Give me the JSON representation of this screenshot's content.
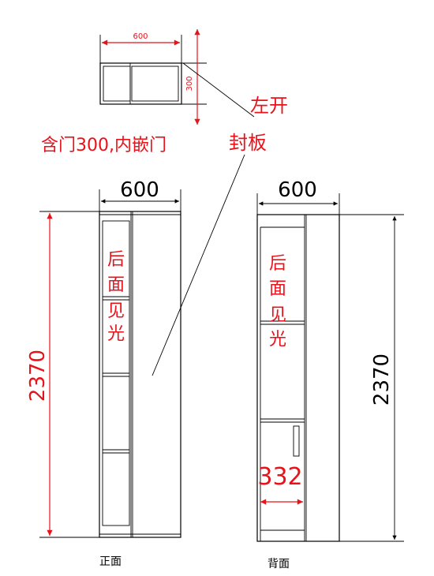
{
  "plan_view": {
    "width_label": "600",
    "depth_label": "300"
  },
  "notes": {
    "door_note": "含门300,内嵌门",
    "left_open": "左开",
    "seal_board": "封板"
  },
  "front_view": {
    "width_label": "600",
    "height_label": "2370",
    "light_text": [
      "后",
      "面",
      "见",
      "光"
    ],
    "caption": "正面"
  },
  "back_view": {
    "width_label": "600",
    "height_label": "2370",
    "light_text": [
      "后",
      "面",
      "见",
      "光"
    ],
    "door_width_label": "332",
    "caption": "背面"
  },
  "colors": {
    "dimension_red": "#e8121b",
    "line_black": "#000000"
  }
}
